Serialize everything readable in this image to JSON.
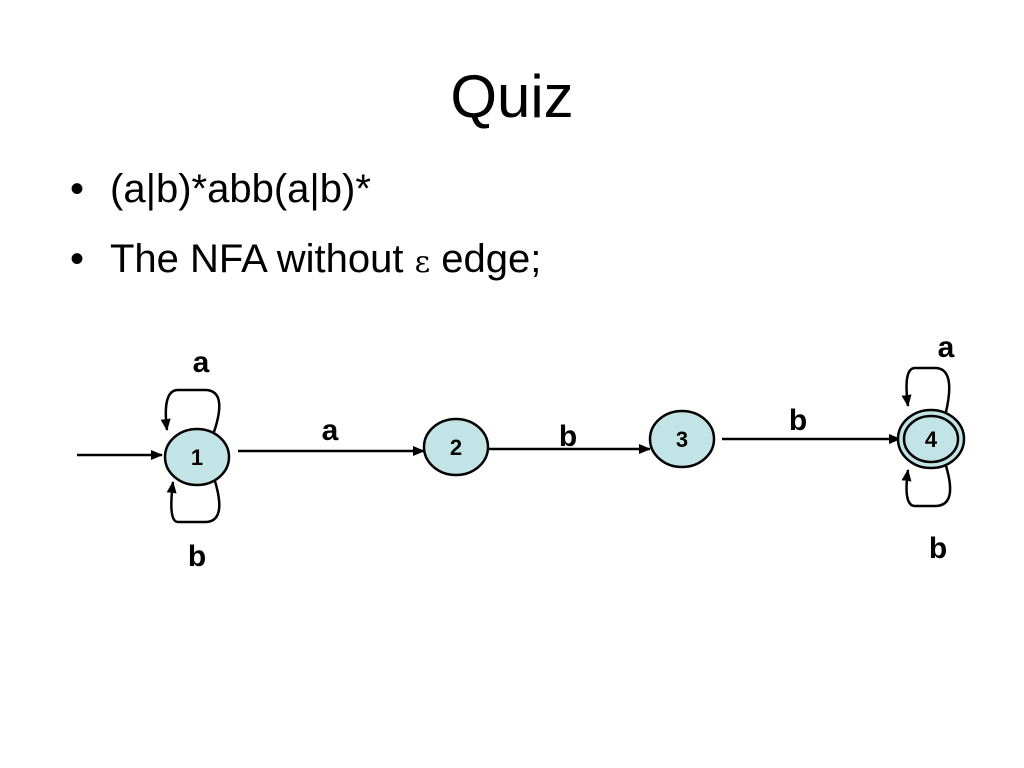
{
  "slide": {
    "title": "Quiz",
    "bullets": [
      {
        "bullet": "•",
        "text": "(a|b)*abb(a|b)*"
      },
      {
        "bullet": "•",
        "text_before": "The NFA without ",
        "symbol": "ε",
        "text_after": " edge;"
      }
    ]
  },
  "nfa": {
    "states": [
      {
        "id": "1",
        "label": "1",
        "start": true,
        "accepting": false
      },
      {
        "id": "2",
        "label": "2",
        "start": false,
        "accepting": false
      },
      {
        "id": "3",
        "label": "3",
        "start": false,
        "accepting": false
      },
      {
        "id": "4",
        "label": "4",
        "start": false,
        "accepting": true
      }
    ],
    "transitions": [
      {
        "from": "1",
        "to": "1",
        "label": "a"
      },
      {
        "from": "1",
        "to": "1",
        "label": "b"
      },
      {
        "from": "1",
        "to": "2",
        "label": "a"
      },
      {
        "from": "2",
        "to": "3",
        "label": "b"
      },
      {
        "from": "3",
        "to": "4",
        "label": "b"
      },
      {
        "from": "4",
        "to": "4",
        "label": "a"
      },
      {
        "from": "4",
        "to": "4",
        "label": "b"
      }
    ],
    "colors": {
      "state_fill": "#c2e4e6",
      "stroke": "#000000"
    }
  }
}
